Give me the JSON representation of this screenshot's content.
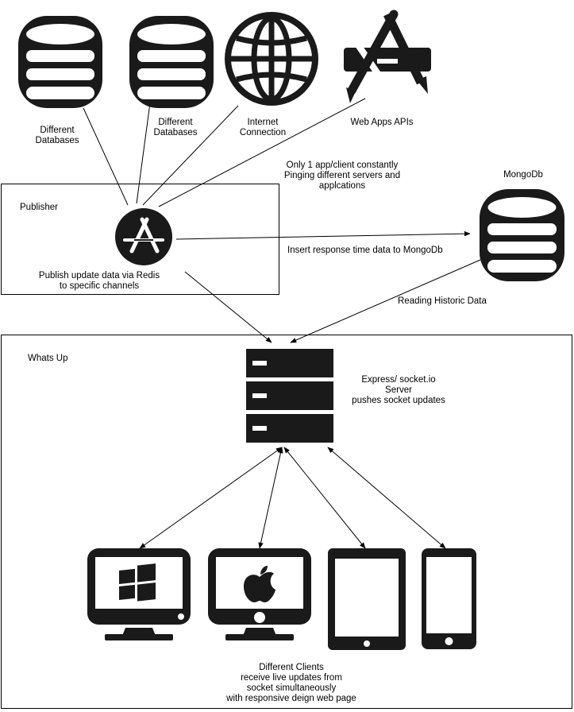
{
  "labels": {
    "db1": "Different\nDatabases",
    "db2": "Different\nDatabases",
    "internet": "Internet\nConnection",
    "webapps": "Web Apps APIs",
    "pinging": "Only 1 app/client constantly\nPinging different servers and\napplcations",
    "mongodb": "MongoDb",
    "publisher": "Publisher",
    "publish_note": "Publish update data via Redis\nto specific channels",
    "insert_note": "Insert response time data to MongoDb",
    "reading_note": "Reading Historic Data",
    "whatsup": "Whats Up",
    "server_note": "Express/ socket.io\nServer\npushes socket updates",
    "clients_note": "Different Clients\nreceive live updates from\nsocket simultaneously\nwith responsive deign web page"
  },
  "icons": {
    "database": "database-icon",
    "globe": "globe-icon",
    "app_store": "app-store-icon",
    "server": "server-icon",
    "windows_monitor": "windows-monitor-icon",
    "apple_monitor": "apple-monitor-icon",
    "tablet": "tablet-icon",
    "phone": "phone-icon"
  },
  "colors": {
    "ink": "#000000",
    "icon": "#1a1a1a",
    "background": "#ffffff"
  }
}
